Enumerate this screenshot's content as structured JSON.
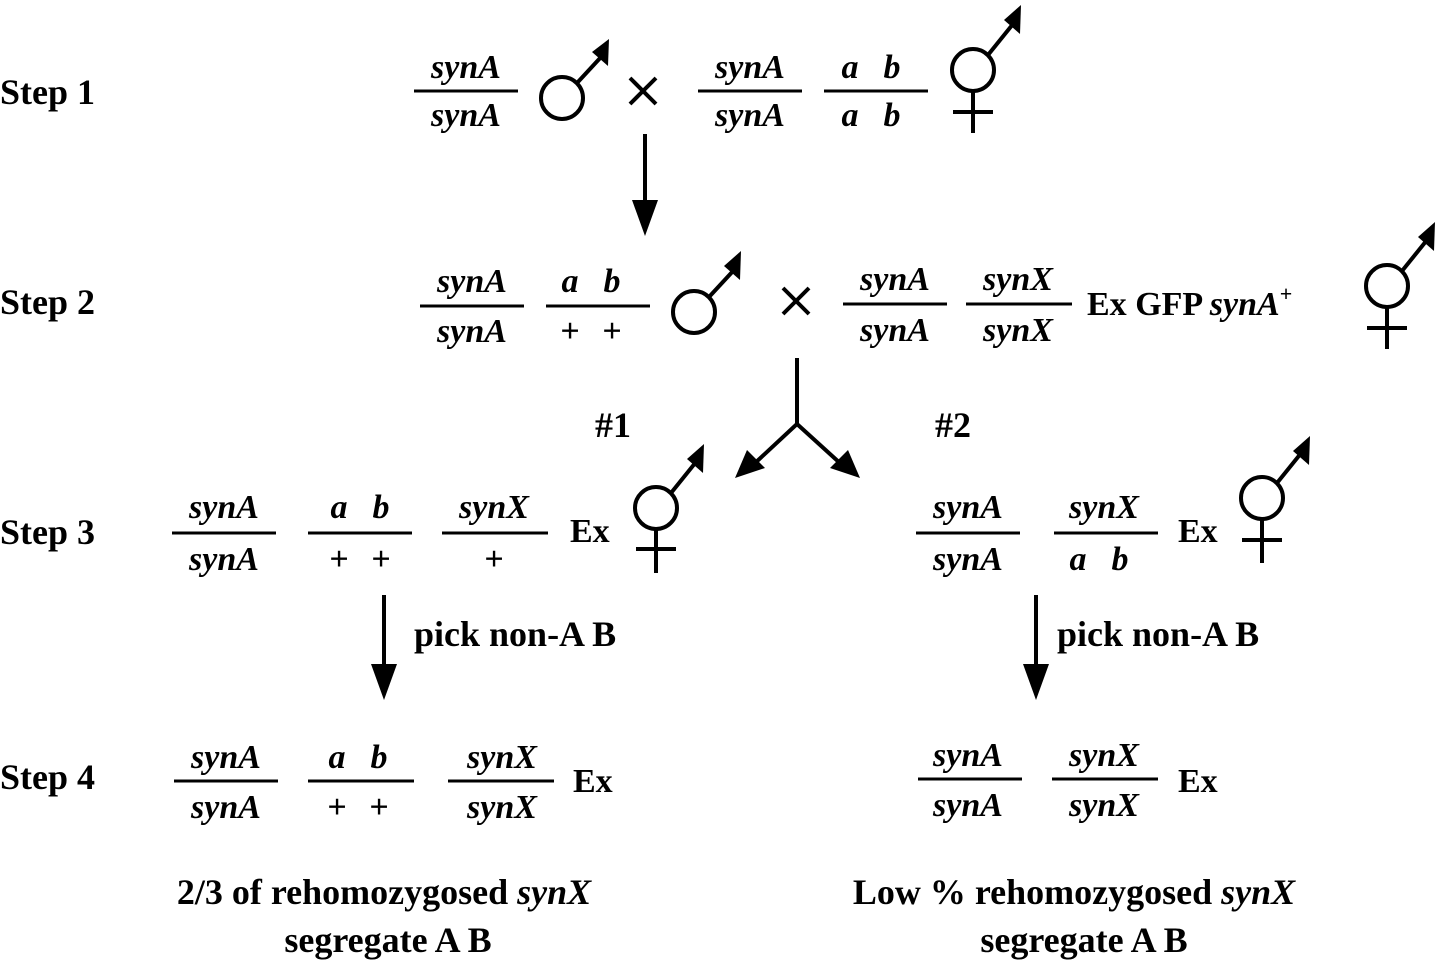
{
  "steps": {
    "s1": "Step 1",
    "s2": "Step 2",
    "s3": "Step 3",
    "s4": "Step 4"
  },
  "symbols": {
    "cross": "×"
  },
  "genes": {
    "synA": "synA",
    "synX": "synX",
    "a": "a",
    "b": "b",
    "plus": "+"
  },
  "markers": {
    "ex": "Ex",
    "gfp": "GFP",
    "syn_a_plus_sup": "+"
  },
  "branches": {
    "b1": "#1",
    "b2": "#2"
  },
  "actions": {
    "pick": "pick non-A B"
  },
  "results": {
    "r1_line1_prefix": "2/3 of rehomozygosed ",
    "r1_line1_gene": "synX",
    "r1_line2": "segregate A B",
    "r2_line1_prefix": "Low % rehomozygosed ",
    "r2_line1_gene": "synX",
    "r2_line2": "segregate A B"
  }
}
